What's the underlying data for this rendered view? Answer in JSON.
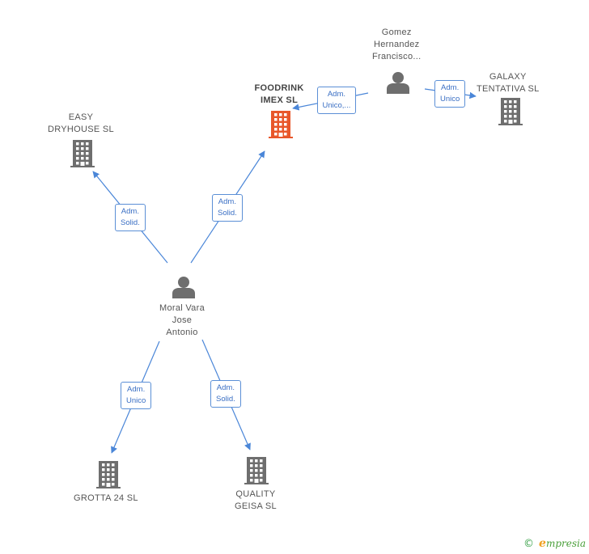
{
  "colors": {
    "edge": "#4a86d8",
    "building_gray": "#6e6e6e",
    "building_main": "#e8572a",
    "person": "#6e6e6e"
  },
  "nodes": [
    {
      "id": "foodrink",
      "kind": "company",
      "main": true,
      "lines": [
        "FOODRINK",
        "IMEX SL"
      ],
      "icon": "building-icon"
    },
    {
      "id": "galaxy",
      "kind": "company",
      "main": false,
      "lines": [
        "GALAXY",
        "TENTATIVA SL"
      ],
      "icon": "building-icon"
    },
    {
      "id": "easy",
      "kind": "company",
      "main": false,
      "lines": [
        "EASY",
        "DRYHOUSE SL"
      ],
      "icon": "building-icon"
    },
    {
      "id": "grotta",
      "kind": "company",
      "main": false,
      "lines": [
        "GROTTA 24 SL"
      ],
      "icon": "building-icon"
    },
    {
      "id": "quality",
      "kind": "company",
      "main": false,
      "lines": [
        "QUALITY",
        "GEISA SL"
      ],
      "icon": "building-icon"
    },
    {
      "id": "gomez",
      "kind": "person",
      "main": false,
      "lines": [
        "Gomez",
        "Hernandez",
        "Francisco..."
      ],
      "icon": "person-icon"
    },
    {
      "id": "moral",
      "kind": "person",
      "main": false,
      "lines": [
        "Moral Vara",
        "Jose",
        "Antonio"
      ],
      "icon": "person-icon"
    }
  ],
  "edges": [
    {
      "id": "gomez-foodrink",
      "lines": [
        "Adm.",
        "Unico,..."
      ]
    },
    {
      "id": "gomez-galaxy",
      "lines": [
        "Adm.",
        "Unico"
      ]
    },
    {
      "id": "moral-easy",
      "lines": [
        "Adm.",
        "Solid."
      ]
    },
    {
      "id": "moral-foodrink",
      "lines": [
        "Adm.",
        "Solid."
      ]
    },
    {
      "id": "moral-grotta",
      "lines": [
        "Adm.",
        "Unico"
      ]
    },
    {
      "id": "moral-quality",
      "lines": [
        "Adm.",
        "Solid."
      ]
    }
  ],
  "footer": {
    "copyright_symbol": "©",
    "brand_initial": "e",
    "brand_rest": "mpresia"
  }
}
